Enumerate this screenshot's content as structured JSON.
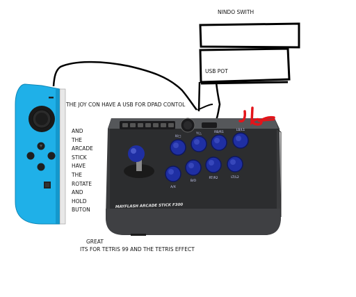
{
  "notes": {
    "nindo": "NINDO SWITH",
    "usb_pot": "USB POT",
    "joy_con": "THE JOY CON HAVE A USB FOR DPAD CONTOL",
    "stack_words": [
      "AND",
      "THE",
      "ARCADE",
      "STICK",
      "HAVE",
      "THE",
      "ROTATE",
      "AND",
      "HOLD",
      "BUTON"
    ],
    "great_line1": "GREAT",
    "great_line2": "ITS FOR TETRIS 99 AND THE TETRIS EFFECT",
    "signature": "JB"
  },
  "arcade_stick": {
    "brand_label": "MAYFLASH ARCADE STICK F300",
    "top_row_labels": [
      "X/□",
      "Y/△",
      "RB/R1",
      "LB/L1"
    ],
    "bottom_row_labels": [
      "A/X",
      "B/O",
      "RT/R2",
      "LT/L2"
    ]
  },
  "colors": {
    "joycon_blue": "#1fb0e8",
    "button_blue": "#1f2fa3",
    "stick_body": "#2e2f31"
  }
}
